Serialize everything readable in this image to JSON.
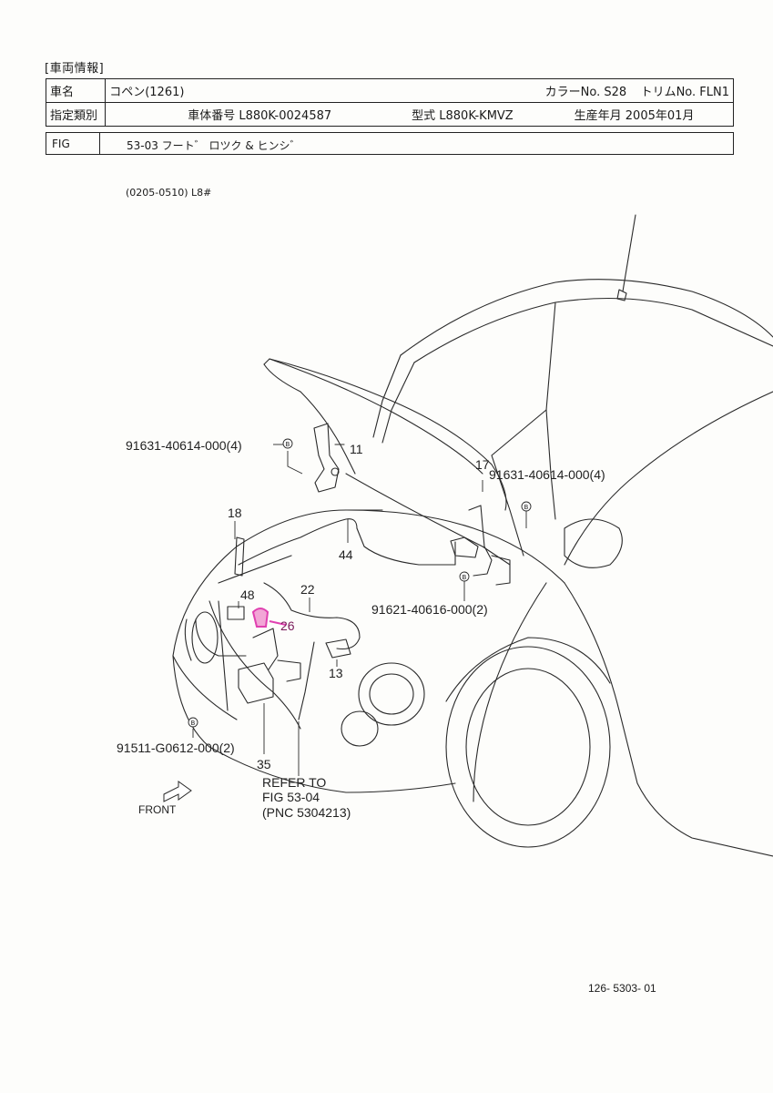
{
  "header": {
    "section_label": "[車両情報]",
    "row1": {
      "name_label": "車名",
      "name_value": "コペン(1261)",
      "color": "カラーNo. S28",
      "trim": "トリムNo. FLN1"
    },
    "row2": {
      "type_label": "指定類別",
      "body_no": "車体番号  L880K-0024587",
      "model": "型式 L880K-KMVZ",
      "prod_date": "生産年月  2005年01月"
    }
  },
  "fig": {
    "label": "FIG",
    "title": "53-03 フート゛ ロツク & ヒンシ゛"
  },
  "range_text": "(0205-0510) L8#",
  "callouts": {
    "bolt_hinge_left": "91631-40614-000(4)",
    "bolt_hinge_right": "91631-40614-000(4)",
    "hinge_right_bolt": "91621-40616-000(2)",
    "lock_bolt": "91511-G0612-000(2)",
    "p11": "11",
    "p17": "17",
    "p18": "18",
    "p44": "44",
    "p22": "22",
    "p48": "48",
    "p26": "26",
    "p13": "13",
    "p35": "35",
    "refer": [
      "REFER TO",
      "FIG 53-04",
      "(PNC 5304213)"
    ],
    "front": "FRONT",
    "bolt_letter": "B"
  },
  "doc_number": "126- 5303- 01",
  "colors": {
    "line": "#2a2a2a",
    "highlight": "#e040b0"
  }
}
